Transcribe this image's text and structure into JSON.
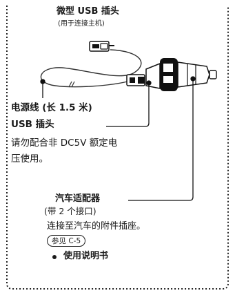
{
  "labels": {
    "micro_usb_plug": "微型 USB 插头",
    "micro_usb_note": "(用于连接主机)",
    "power_cord": "电源线 (长 1.5 米)",
    "usb_plug": "USB 插头",
    "dc_warning_line1": "请勿配合非 DC5V 额定电",
    "dc_warning_line2": "压使用。",
    "car_adapter": "汽车适配器",
    "car_adapter_ports": "(带 2 个接口)",
    "car_adapter_desc": "连接至汽车的附件插座。",
    "see_reference": "参见 C-5",
    "manual_item": "使用说明书"
  }
}
